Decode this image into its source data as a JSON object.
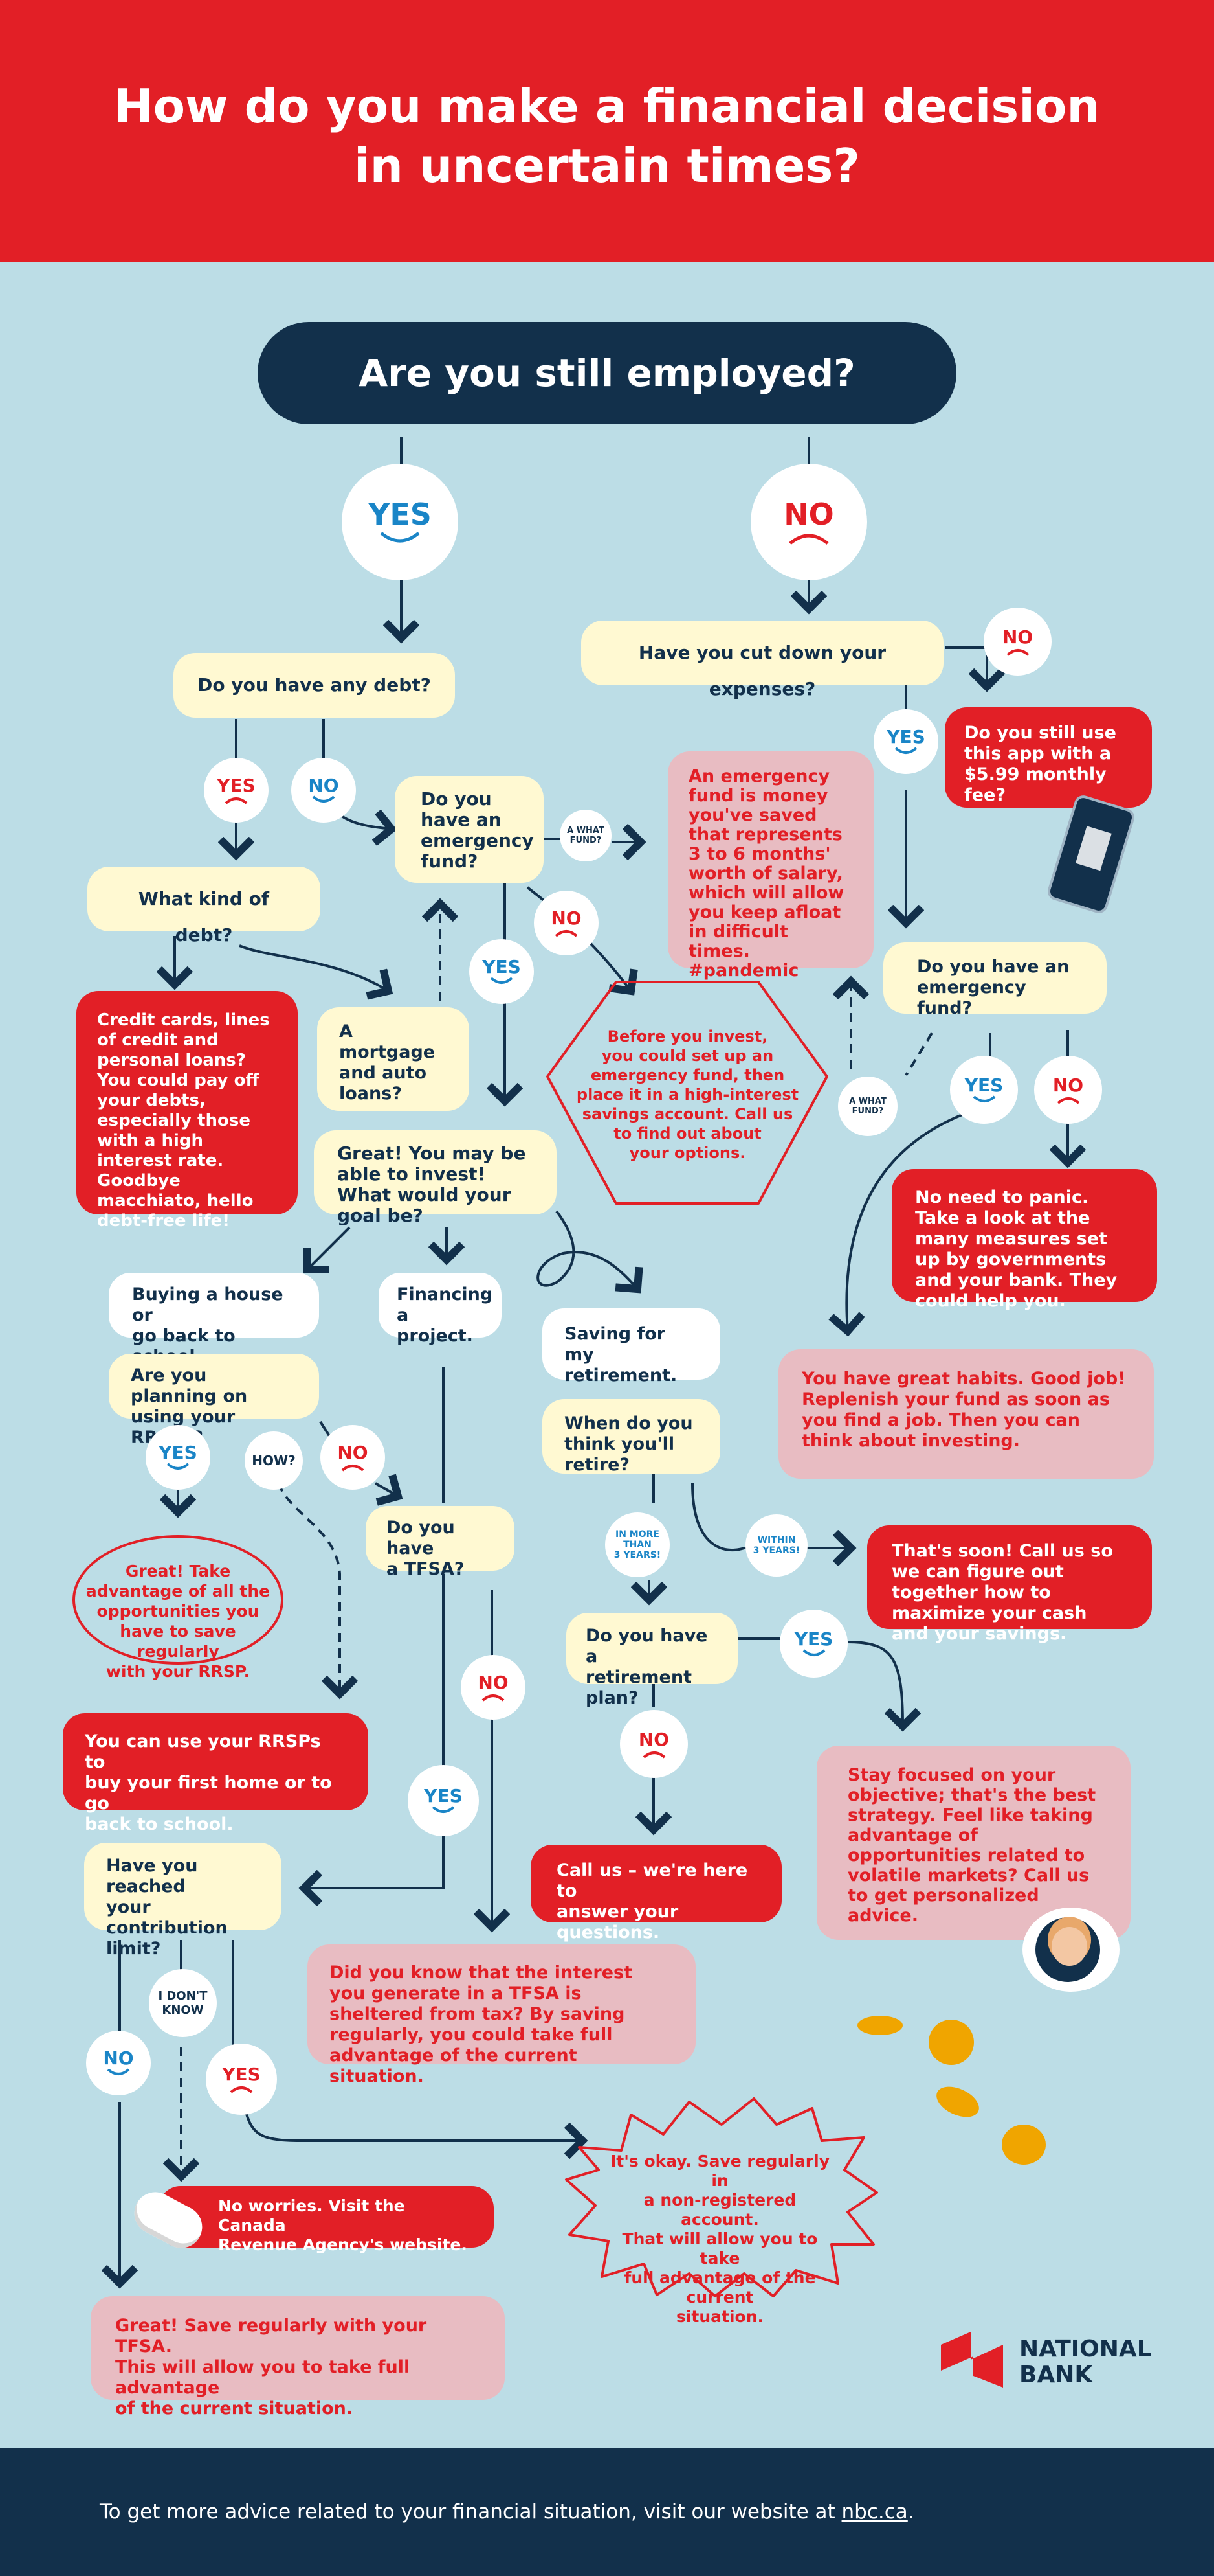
{
  "header": {
    "title": "How do you make a financial decision\nin uncertain times?"
  },
  "top_question": "Are you still employed?",
  "yes_badge": "YES",
  "no_badge": "NO",
  "debt_q": "Do you have any debt?",
  "yes": "YES",
  "no": "NO",
  "debt_kind_q": "What kind of debt?",
  "credit_box": "Credit cards, lines of credit and personal loans?\nYou could pay off your debts, especially those with a high interest rate. Goodbye macchiato, hello debt-free life!",
  "mortgage_box": "A mortgage\nand auto\nloans?",
  "emergency_q": "Do you\nhave an\nemergency\nfund?",
  "what_fund": "A WHAT\nFUND?",
  "emergency_def": "An emergency fund is money you've saved that represents 3 to 6 months' worth of salary, which will allow you keep afloat in difficult times. #pandemic",
  "before_invest": "Before you invest,\nyou could set up an\nemergency fund, then\nplace it in a high-interest\nsavings account. Call us\nto find out about\nyour options.",
  "invest_q": "Great! You may be able to invest! What would your goal be?",
  "buy_house": "Buying a house or\ngo back to school.",
  "financing": "Financing\na project.",
  "retirement_goal": "Saving for my\nretirement.",
  "rrsp_q": "Are you planning on\nusing your RRSPs?",
  "how": "HOW?",
  "rrsp_great": "Great! Take\nadvantage of all the\nopportunities you\nhave to save regularly\nwith your RRSP.",
  "rrsp_home": "You can use your RRSPs to\nbuy your first home or to go\nback to school.",
  "tfsa_q": "Do you have\na TFSA?",
  "contribution_q": "Have you reached\nyour contribution\nlimit?",
  "dont_know": "I DON'T\nKNOW",
  "cra_box": "No worries. Visit the Canada\nRevenue Agency's website.",
  "tfsa_great": "Great! Save regularly with your TFSA.\nThis will allow you to take full advantage\nof the current situation.",
  "tfsa_info": "Did you know that the interest you generate in a TFSA is sheltered from tax? By saving regularly, you could take full advantage of the current situation.",
  "nonreg": "It's okay. Save regularly in\na non-registered account.\nThat will allow you to take\nfull advantage of the current\nsituation.",
  "retire_when_q": "When do you\nthink you'll retire?",
  "in_more_than": "IN MORE\nTHAN\n3 YEARS!",
  "within_3": "WITHIN\n3 YEARS!",
  "soon_box": "That's soon! Call us so we can figure out together how to maximize your cash and your savings.",
  "retire_plan_q": "Do you have a\nretirement plan?",
  "call_us": "Call us – we're here to\nanswer your questions.",
  "stay_focused": "Stay focused on your objective; that's the best strategy. Feel like taking advantage of opportunities related to volatile markets? Call us to get personalized advice.",
  "cut_expenses_q": "Have you cut down your expenses?",
  "app_fee": "Do you still use this app with a $5.99 monthly fee?",
  "emergency_q2": "Do you have an\nemergency fund?",
  "no_panic": "No need to panic.\nTake a look at the many measures set up by governments and your bank. They could help you.",
  "great_habits": "You have great habits. Good job! Replenish your fund as soon as you find a job. Then you can think about investing.",
  "logo": {
    "text": "NATIONAL\nBANK"
  },
  "footer": {
    "prefix": "To get more advice related to your financial situation, visit our website at ",
    "link": "nbc.ca",
    "suffix": "."
  },
  "colors": {
    "red": "#e21f26",
    "navy": "#12304b",
    "bg": "#bcdde6",
    "yellow": "#fff9d2",
    "pink": "#e8bcc2",
    "blue": "#1a85c7"
  }
}
